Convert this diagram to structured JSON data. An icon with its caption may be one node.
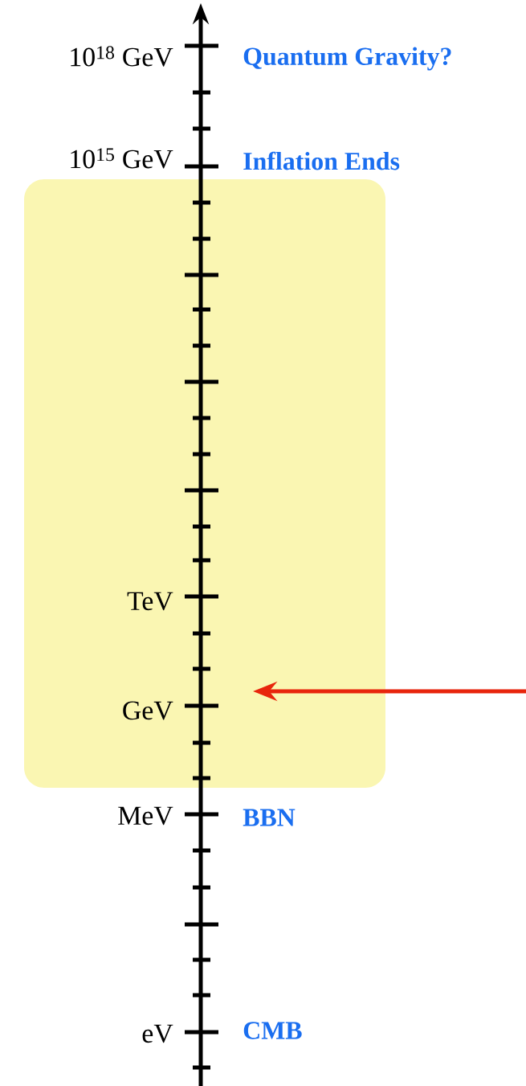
{
  "diagram": {
    "labels": [
      "10$^{18}$ GeV",
      "Quantum Gravity?",
      "10$^{15}$ GeV",
      "Inflation Ends",
      "TeV",
      "GeV",
      "MeV",
      "BBN",
      "eV",
      "CMB"
    ]
  }
}
